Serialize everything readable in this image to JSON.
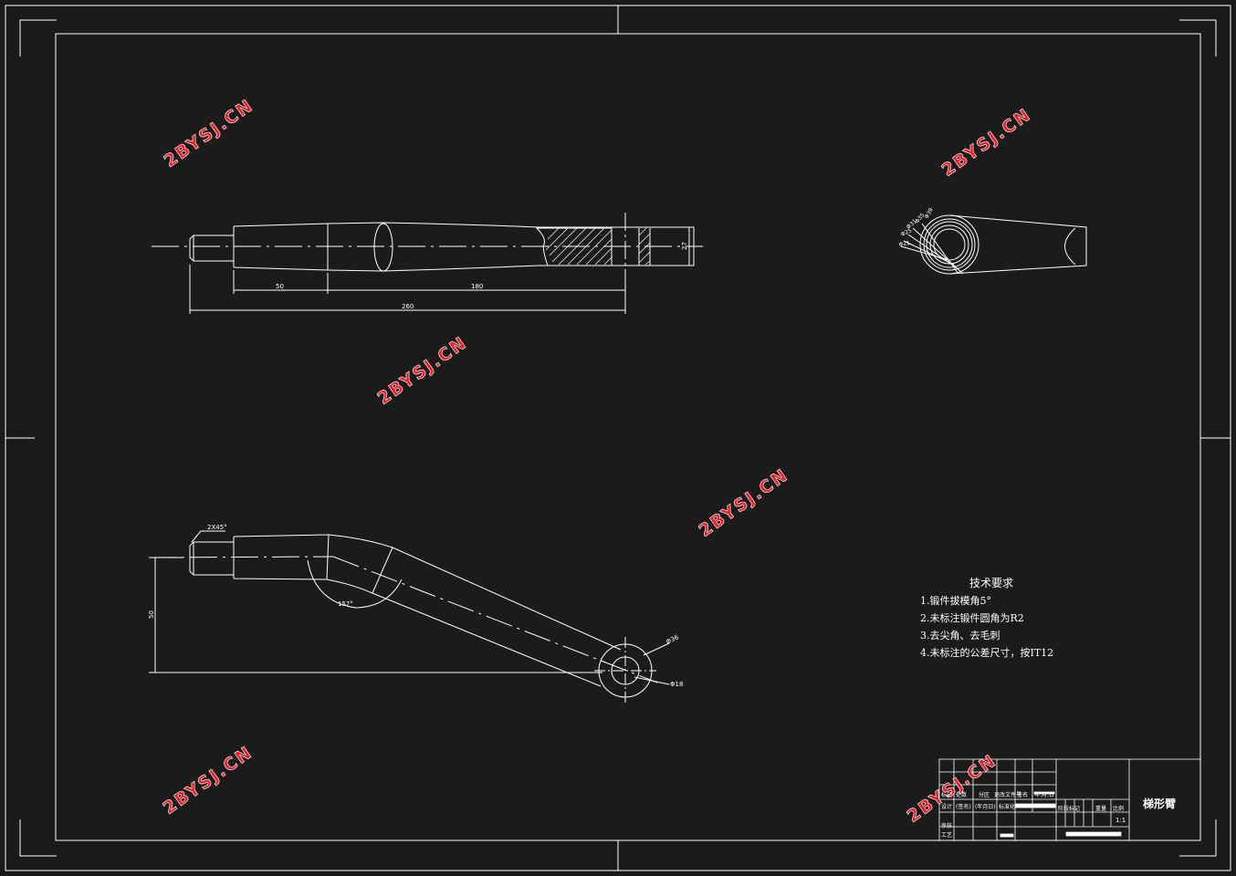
{
  "watermark": "2BYSJ.CN",
  "colors": {
    "background": "#1b1b1b",
    "lines": "#ffffff",
    "watermark": "#e8202a"
  },
  "front_view": {
    "dim_50": "50",
    "dim_180": "180",
    "dim_260": "260",
    "dim_27": "27"
  },
  "end_view": {
    "diameters": [
      "Φ39",
      "Φ35",
      "Φ31",
      "Φ25",
      "Φ21"
    ]
  },
  "bent_view": {
    "chamfer": "2X45°",
    "angle": "157°",
    "dim_50": "50",
    "dia_36": "Φ36",
    "dia_18": "Φ18"
  },
  "tech_requirements": {
    "title": "技术要求",
    "items": [
      "1.锻件拔模角5°",
      "2.未标注锻件圆角为R2",
      "3.去尖角、去毛刺",
      "4.未标注的公差尺寸，按IT12"
    ]
  },
  "title_block": {
    "part_name": "梯形臂",
    "scale": "1:1",
    "row_labels": [
      "标记",
      "设计",
      "审核",
      "工艺"
    ],
    "header_cells": [
      "处数",
      "分区",
      "更改文件号",
      "签名",
      "年.月.日"
    ],
    "design_cells": [
      "(签名)",
      "(年月日)",
      "标准化"
    ],
    "stage_cells": [
      "阶段标记",
      "重量",
      "比例"
    ]
  }
}
